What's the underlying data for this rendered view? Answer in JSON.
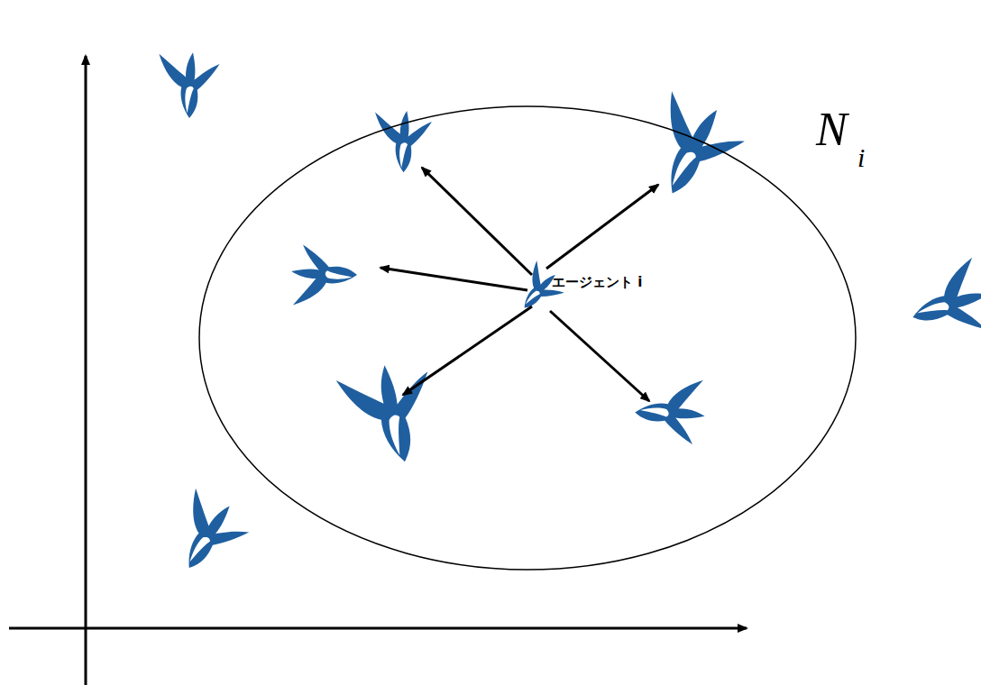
{
  "diagram": {
    "nodes": [
      {
        "text": [
          "N",
          "i"
        ]
      },
      {
        "text": [
          "エージェント i"
        ],
        "in": 0
      }
    ]
  }
}
